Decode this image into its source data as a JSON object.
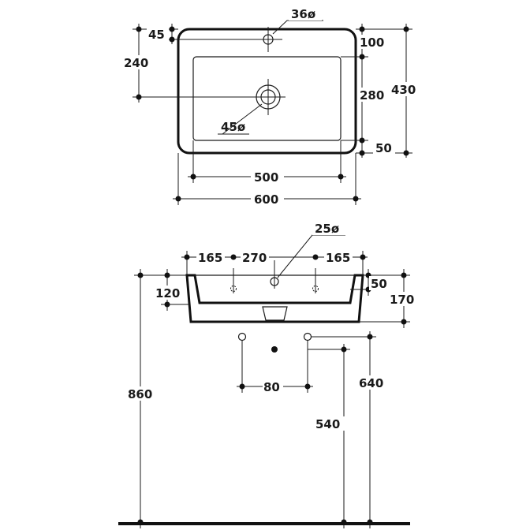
{
  "colors": {
    "line": "#1a1a1a",
    "background": "#ffffff"
  },
  "top_view": {
    "tap_hole_label": "36ø",
    "drain_label": "45ø",
    "dim_45": "45",
    "dim_240": "240",
    "dim_100": "100",
    "dim_280": "280",
    "dim_50": "50",
    "dim_430": "430",
    "dim_500": "500",
    "dim_600": "600"
  },
  "front_view": {
    "overflow_label": "25ø",
    "dim_165_left": "165",
    "dim_270": "270",
    "dim_165_right": "165",
    "dim_120": "120",
    "dim_50": "50",
    "dim_170": "170",
    "dim_80": "80",
    "dim_640": "640",
    "dim_860": "860",
    "dim_540": "540"
  }
}
